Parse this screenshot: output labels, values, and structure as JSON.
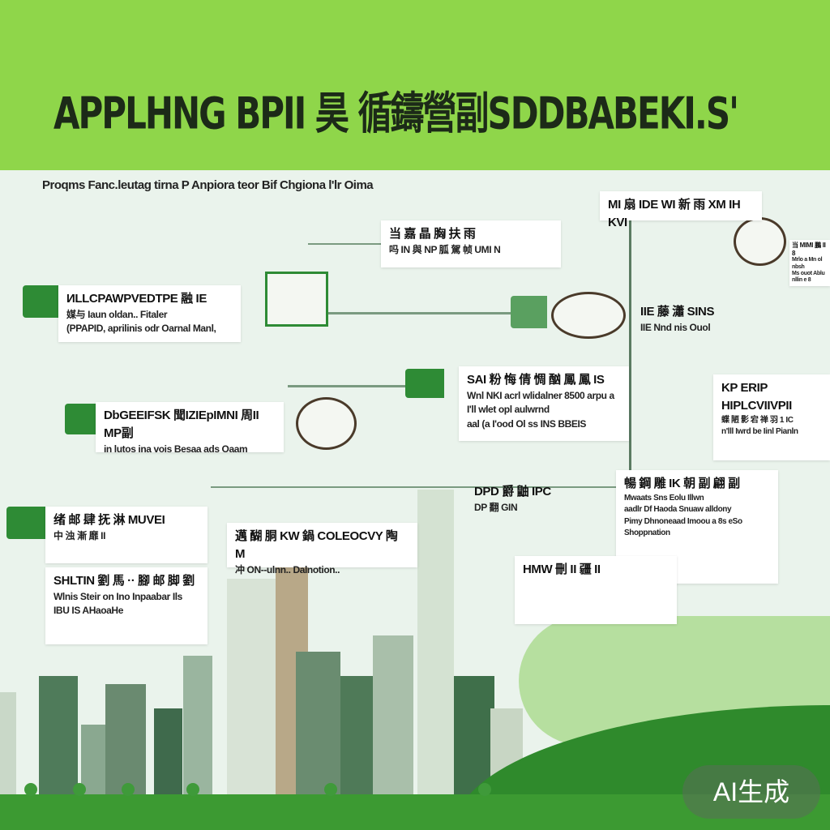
{
  "header": {
    "title": "APPLHNG BPII 昊 循鑄營副SDDBABEKI.S'",
    "subtitle": "Proqms Fanc.leutag tirna P Anpiora teor Bif Chgiona l'lr Oima"
  },
  "boxes": [
    {
      "heading": "ИLLCPAWPVEDTPE 融 IE",
      "lines": [
        "媒与 Iaun oldan.. Fitaler",
        "(PPAPID, aprilinis odr Oarnal Manl,"
      ]
    },
    {
      "heading": "DbGEEIFSK 聞IZIEpIMNI 周II MP副",
      "lines": [
        "in lutos ina vois Besaa ads Oaam"
      ]
    },
    {
      "heading": "当 嘉 晶 胸 扶 雨",
      "lines": [
        "吗 IN 與 NP 胍 駕 帧 UMI N"
      ]
    },
    {
      "heading": "MI 扇 IDE WI 新 雨 XM IH KVI",
      "lines": []
    },
    {
      "heading": "IIE 藤 瀟 SINS",
      "lines": [
        "IIE Nnd nis Ouol"
      ]
    },
    {
      "heading": "SAI 粉 悔 倩 惆 酗 鳳 鳳 IS",
      "lines": [
        "Wnl NKI acrl wlidalner 8500 arpu a",
        "I'll wlet opl aulwrnd",
        "aal (a I'ood Ol ss INS BBEIS"
      ]
    },
    {
      "heading": "当 MIMI 鵬 II 8",
      "lines": [
        "Mrlo a Mn ol nbsh",
        "Ms ouot Ablu nllin e 8"
      ]
    },
    {
      "heading": "KP ERIP HIPLCVIIVPII",
      "lines": [
        "蝶 陋 影 宕 禅 羽 1 IC",
        "n'lll Iwrd be Iinl Pianln"
      ]
    },
    {
      "heading": "暢 鋼 雕 IK 朝 副 翩 副",
      "lines": [
        "Mwaats Sns Eolu Illwn",
        "aadlr Df Haoda Snuaw alldony",
        "Pimy Dhnoneaad Imoou a 8s eSo",
        "Shoppnation"
      ]
    },
    {
      "heading": "绪 邮 肆 抚 淋 MUVEI",
      "lines": [
        "中 浊 漸 靡 II"
      ]
    },
    {
      "heading": "SHLTIN 劉 馬 ·· 腳 邮 脚 劉",
      "lines": [
        "Wlnis Steir on Ino Inpaabar Ils",
        "IBU IS AHaoaHe"
      ]
    },
    {
      "heading": "邁 醐 胴 KW 鍋 COLEOCVY 陶 M",
      "lines": [
        "冲 ON--ulnn.. Dalnotion.."
      ]
    },
    {
      "heading": "DPD 爵 鼬 IPC",
      "lines": [
        "DP 翻 GIN"
      ]
    },
    {
      "heading": "HMW 刪 II 疆 II",
      "lines": []
    }
  ],
  "badge": "AI生成",
  "colors": {
    "header": "#8fd64a",
    "accent": "#2e8b35",
    "background": "#eaf3ec"
  }
}
